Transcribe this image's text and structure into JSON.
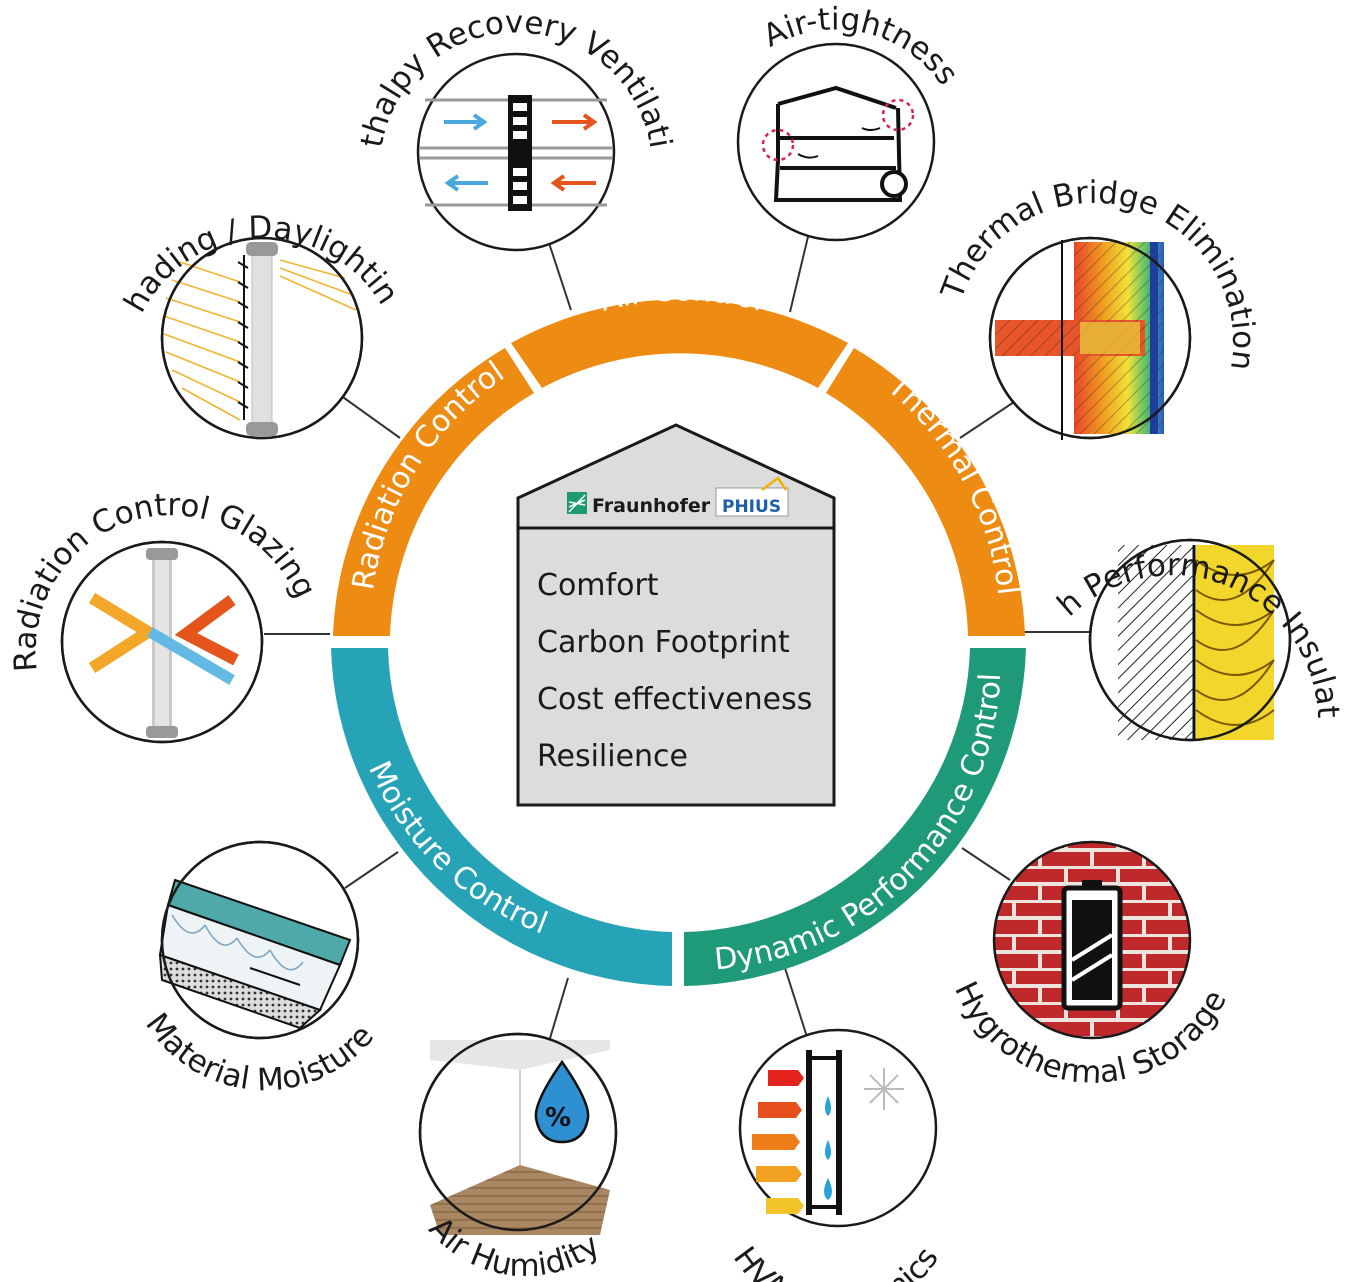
{
  "house": {
    "logos": {
      "left": "Fraunhofer",
      "right": "PHIUS"
    },
    "items": [
      "Comfort",
      "Carbon Footprint",
      "Cost effectiveness",
      "Resilience"
    ]
  },
  "ring_segments": [
    {
      "label": "Air Control",
      "color": "#ee8b12"
    },
    {
      "label": "Thermal Control",
      "color": "#ee8b12"
    },
    {
      "label": "Radiation Control",
      "color": "#ee8b12"
    },
    {
      "label": "Moisture Control",
      "color": "#27a3b7"
    },
    {
      "label": "Dynamic Performance Control",
      "color": "#1f9a79"
    }
  ],
  "circles": [
    {
      "label": "Enthalpy Recovery Ventilation",
      "icon": "ventilation-icon"
    },
    {
      "label": "Air-tightness",
      "icon": "air-tightness-icon"
    },
    {
      "label": "Thermal Bridge Elimination",
      "icon": "thermal-bridge-icon"
    },
    {
      "label": "High Performance Insulation",
      "icon": "insulation-icon"
    },
    {
      "label": "Hygrothermal Storage",
      "icon": "battery-brick-icon"
    },
    {
      "label": "HVAC Dynamics",
      "icon": "hvac-icon"
    },
    {
      "label": "Air Humidity",
      "icon": "humidity-drop-icon"
    },
    {
      "label": "Material Moisture",
      "icon": "roof-section-icon"
    },
    {
      "label": "Radiation Control Glazing",
      "icon": "glazing-icon"
    },
    {
      "label": "Shading / Daylighting",
      "icon": "shading-icon"
    }
  ],
  "humidity_symbol": "%"
}
